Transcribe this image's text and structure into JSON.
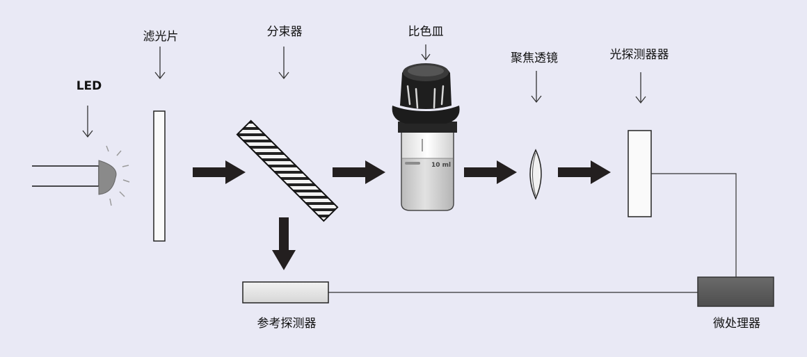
{
  "labels": {
    "led": "LED",
    "filter": "滤光片",
    "beam_splitter": "分束器",
    "cuvette": "比色皿",
    "focusing_lens": "聚焦透镜",
    "light_detector": "光探测器器",
    "reference_detector": "参考探测器",
    "microprocessor": "微处理器",
    "cuvette_volume": "10 ml"
  }
}
